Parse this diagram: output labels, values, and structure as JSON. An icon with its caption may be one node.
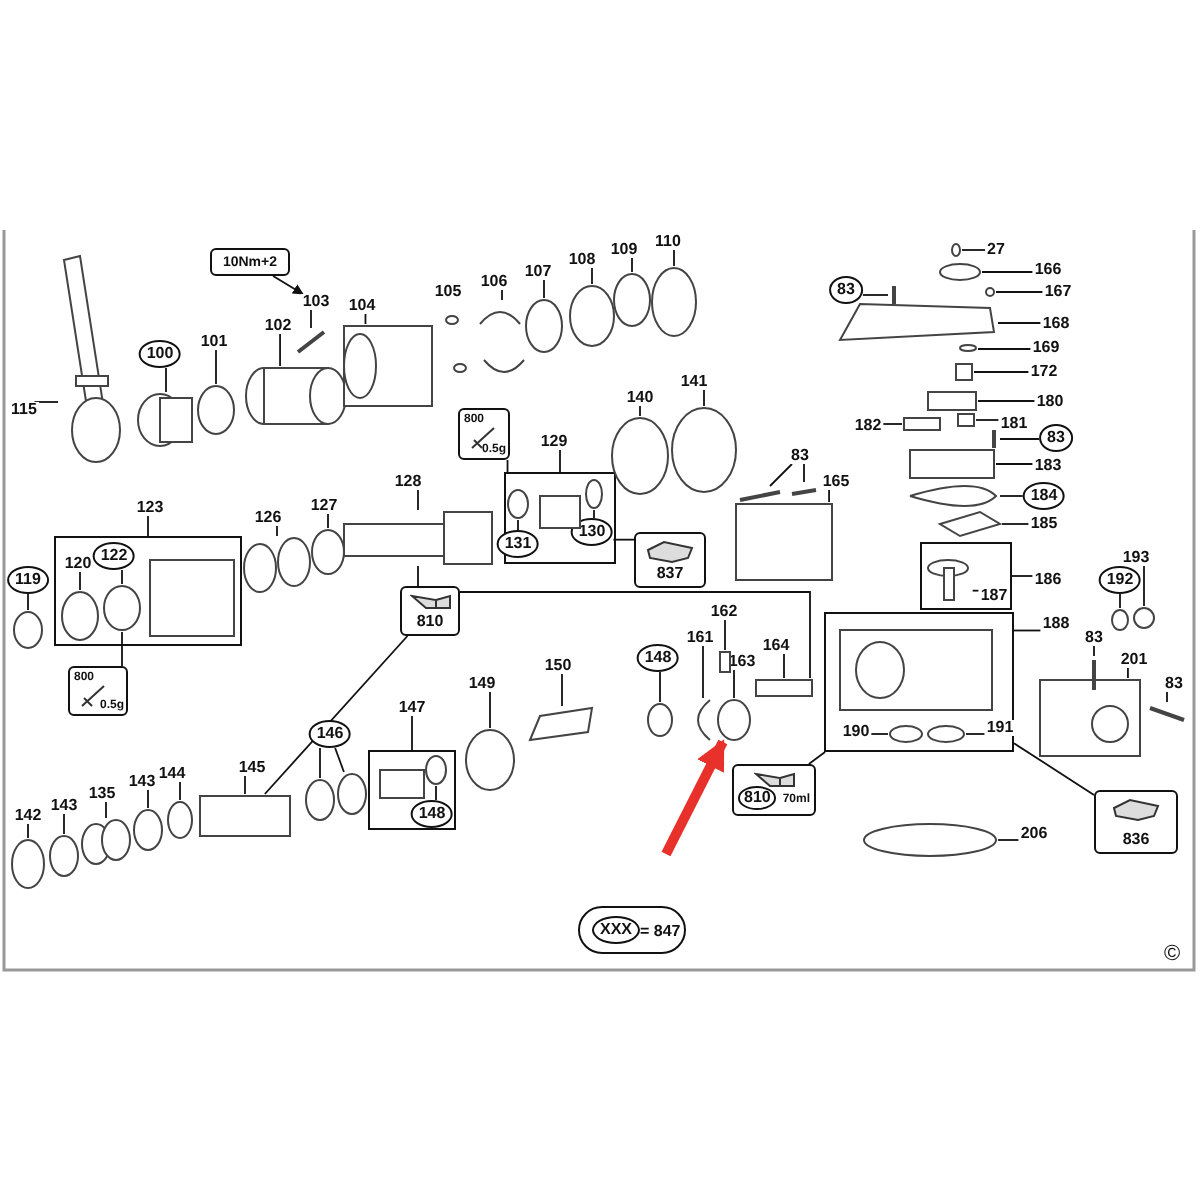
{
  "diagram": {
    "nodes": [
      {
        "text": [
          "10Nm+2"
        ]
      },
      {
        "text": [
          "115"
        ]
      },
      {
        "text": [
          "100"
        ]
      },
      {
        "text": [
          "101"
        ]
      },
      {
        "text": [
          "102"
        ]
      },
      {
        "text": [
          "103"
        ]
      },
      {
        "text": [
          "104"
        ]
      },
      {
        "text": [
          "105"
        ]
      },
      {
        "text": [
          "106"
        ]
      },
      {
        "text": [
          "107"
        ]
      },
      {
        "text": [
          "108"
        ]
      },
      {
        "text": [
          "109"
        ]
      },
      {
        "text": [
          "110"
        ]
      },
      {
        "text": [
          "27"
        ]
      },
      {
        "text": [
          "166"
        ]
      },
      {
        "text": [
          "83"
        ]
      },
      {
        "text": [
          "167"
        ]
      },
      {
        "text": [
          "168"
        ]
      },
      {
        "text": [
          "169"
        ]
      },
      {
        "text": [
          "172"
        ]
      },
      {
        "text": [
          "180"
        ]
      },
      {
        "text": [
          "182"
        ]
      },
      {
        "text": [
          "181"
        ]
      },
      {
        "text": [
          "83"
        ]
      },
      {
        "text": [
          "183"
        ]
      },
      {
        "text": [
          "184"
        ]
      },
      {
        "text": [
          "185"
        ]
      },
      {
        "text": [
          "800",
          "0.5g"
        ]
      },
      {
        "text": [
          "129"
        ]
      },
      {
        "text": [],
        "shape": "box"
      },
      {
        "text": [
          "131"
        ],
        "in": 29
      },
      {
        "text": [
          "130"
        ],
        "in": 29
      },
      {
        "text": [
          "837"
        ]
      },
      {
        "text": [
          "140"
        ]
      },
      {
        "text": [
          "141"
        ]
      },
      {
        "text": [
          "83"
        ]
      },
      {
        "text": [
          "165"
        ]
      },
      {
        "text": [],
        "shape": "box"
      },
      {
        "text": [
          "187"
        ],
        "in": 37
      },
      {
        "text": [
          "186"
        ]
      },
      {
        "text": [
          "192"
        ]
      },
      {
        "text": [
          "193"
        ]
      },
      {
        "text": [
          "123"
        ]
      },
      {
        "text": [],
        "shape": "box"
      },
      {
        "text": [
          "119"
        ]
      },
      {
        "text": [
          "120"
        ],
        "in": 43
      },
      {
        "text": [
          "122"
        ],
        "in": 43
      },
      {
        "text": [
          "126"
        ]
      },
      {
        "text": [
          "127"
        ]
      },
      {
        "text": [
          "128"
        ]
      },
      {
        "text": [
          "810"
        ]
      },
      {
        "text": [],
        "shape": "box"
      },
      {
        "text": [
          "190"
        ],
        "in": 51
      },
      {
        "text": [
          "191"
        ],
        "in": 51
      },
      {
        "text": [
          "188"
        ]
      },
      {
        "text": [
          "83"
        ]
      },
      {
        "text": [
          "201"
        ]
      },
      {
        "text": [
          "83"
        ]
      },
      {
        "text": [
          "800",
          "0.5g"
        ]
      },
      {
        "text": [
          "147"
        ]
      },
      {
        "text": [],
        "shape": "box"
      },
      {
        "text": [
          "148"
        ],
        "in": 60
      },
      {
        "text": [
          "149"
        ]
      },
      {
        "text": [
          "150"
        ]
      },
      {
        "text": [
          "146"
        ]
      },
      {
        "text": [
          "148"
        ]
      },
      {
        "text": [
          "161"
        ]
      },
      {
        "text": [
          "162"
        ]
      },
      {
        "text": [
          "163"
        ]
      },
      {
        "text": [
          "164"
        ]
      },
      {
        "text": [
          "810",
          "70ml"
        ]
      },
      {
        "text": [
          "836"
        ]
      },
      {
        "text": [
          "142"
        ]
      },
      {
        "text": [
          "143"
        ]
      },
      {
        "text": [
          "135"
        ]
      },
      {
        "text": [
          "143"
        ]
      },
      {
        "text": [
          "144"
        ]
      },
      {
        "text": [
          "145"
        ]
      },
      {
        "text": [
          "206"
        ]
      },
      {
        "text": [
          "= 847"
        ]
      },
      {
        "text": [
          "XXX"
        ],
        "in": 79
      },
      {
        "text": [],
        "shape": "picture"
      },
      {
        "text": [],
        "shape": "cylinder"
      },
      {
        "text": [],
        "shape": "circle"
      },
      {
        "text": [],
        "shape": "cylinder"
      },
      {
        "text": [],
        "shape": "bar"
      },
      {
        "text": [],
        "shape": "box"
      },
      {
        "text": [],
        "shape": "picture"
      },
      {
        "text": [],
        "shape": "picture"
      },
      {
        "text": [],
        "shape": "circle"
      },
      {
        "text": [],
        "shape": "circle"
      },
      {
        "text": [],
        "shape": "circle"
      },
      {
        "text": [],
        "shape": "circle"
      },
      {
        "text": [],
        "shape": "circle"
      },
      {
        "text": [],
        "shape": "circle"
      },
      {
        "text": [],
        "shape": "circle"
      },
      {
        "text": [],
        "shape": "picture"
      },
      {
        "text": [],
        "shape": "bar"
      },
      {
        "text": [],
        "shape": "circle"
      },
      {
        "text": [],
        "shape": "box"
      },
      {
        "text": [],
        "shape": "box"
      },
      {
        "text": [],
        "shape": "box"
      },
      {
        "text": [],
        "shape": "box"
      },
      {
        "text": [],
        "shape": "bar"
      },
      {
        "text": [],
        "shape": "box"
      },
      {
        "text": [],
        "shape": "picture"
      },
      {
        "text": [],
        "shape": "diamond"
      },
      {
        "text": [],
        "shape": "picture",
        "in": 37
      },
      {
        "text": [],
        "shape": "box",
        "in": 51
      },
      {
        "text": [],
        "shape": "circle",
        "in": 51
      },
      {
        "text": [],
        "shape": "circle",
        "in": 51
      },
      {
        "text": [],
        "shape": "circle"
      },
      {
        "text": [],
        "shape": "circle"
      },
      {
        "text": [],
        "shape": "box"
      },
      {
        "text": [],
        "shape": "bar"
      },
      {
        "text": [],
        "shape": "bar"
      },
      {
        "text": [],
        "shape": "circle"
      },
      {
        "text": [],
        "shape": "circle"
      },
      {
        "text": [],
        "shape": "circle",
        "in": 43
      },
      {
        "text": [],
        "shape": "circle",
        "in": 43
      },
      {
        "text": [],
        "shape": "box",
        "in": 43
      },
      {
        "text": [],
        "shape": "picture"
      },
      {
        "text": [],
        "shape": "circle"
      },
      {
        "text": [],
        "shape": "cylinder"
      },
      {
        "text": [],
        "shape": "circle",
        "in": 29
      },
      {
        "text": [],
        "shape": "box",
        "in": 29
      },
      {
        "text": [],
        "shape": "circle",
        "in": 29
      },
      {
        "text": [],
        "shape": "circle"
      },
      {
        "text": [],
        "shape": "circle"
      },
      {
        "text": [],
        "shape": "bar"
      },
      {
        "text": [],
        "shape": "bar"
      },
      {
        "text": [],
        "shape": "box"
      },
      {
        "text": [],
        "shape": "circle"
      },
      {
        "text": [],
        "shape": "circle"
      },
      {
        "text": [],
        "shape": "circle"
      },
      {
        "text": [],
        "shape": "circle"
      },
      {
        "text": [],
        "shape": "circle"
      },
      {
        "text": [],
        "shape": "cylinder"
      },
      {
        "text": [],
        "shape": "circle"
      },
      {
        "text": [],
        "shape": "circle"
      },
      {
        "text": [],
        "shape": "box",
        "in": 60
      },
      {
        "text": [],
        "shape": "circle",
        "in": 60
      },
      {
        "text": [],
        "shape": "circle"
      },
      {
        "text": [],
        "shape": "picture"
      },
      {
        "text": [],
        "shape": "circle"
      },
      {
        "text": [],
        "shape": "picture"
      },
      {
        "text": [],
        "shape": "box"
      },
      {
        "text": [],
        "shape": "circle"
      },
      {
        "text": [],
        "shape": "box"
      }
    ],
    "edges": [
      {
        "from": 0,
        "to": 5,
        "arrow": "to"
      },
      {
        "from": 1,
        "to": 81,
        "arrow": "none"
      },
      {
        "from": 2,
        "to": 82,
        "arrow": "none"
      },
      {
        "from": 3,
        "to": 83,
        "arrow": "none"
      },
      {
        "from": 4,
        "to": 84,
        "arrow": "none"
      },
      {
        "from": 5,
        "to": 85,
        "arrow": "none"
      },
      {
        "from": 6,
        "to": 86,
        "arrow": "none"
      },
      {
        "from": 8,
        "to": 88,
        "arrow": "none"
      },
      {
        "from": 9,
        "to": 89,
        "arrow": "none"
      },
      {
        "from": 10,
        "to": 90,
        "arrow": "none"
      },
      {
        "from": 11,
        "to": 91,
        "arrow": "none"
      },
      {
        "from": 12,
        "to": 92,
        "arrow": "none"
      },
      {
        "from": 13,
        "to": 93,
        "arrow": "none"
      },
      {
        "from": 14,
        "to": 94,
        "arrow": "none"
      },
      {
        "from": 15,
        "to": 97,
        "arrow": "none"
      },
      {
        "from": 16,
        "to": 95,
        "arrow": "none"
      },
      {
        "from": 17,
        "to": 96,
        "arrow": "none"
      },
      {
        "from": 18,
        "to": 98,
        "arrow": "none"
      },
      {
        "from": 19,
        "to": 99,
        "arrow": "none"
      },
      {
        "from": 20,
        "to": 100,
        "arrow": "none"
      },
      {
        "from": 21,
        "to": 101,
        "arrow": "none"
      },
      {
        "from": 22,
        "to": 102,
        "arrow": "none"
      },
      {
        "from": 23,
        "to": 103,
        "arrow": "none"
      },
      {
        "from": 24,
        "to": 104,
        "arrow": "none"
      },
      {
        "from": 25,
        "to": 105,
        "arrow": "none"
      },
      {
        "from": 26,
        "to": 106,
        "arrow": "none"
      },
      {
        "from": 27,
        "to": 29,
        "arrow": "none"
      },
      {
        "from": 28,
        "to": 29,
        "arrow": "none"
      },
      {
        "from": 30,
        "to": 124,
        "arrow": "none"
      },
      {
        "from": 31,
        "to": 32,
        "arrow": "none"
      },
      {
        "from": 31,
        "to": 126,
        "arrow": "none"
      },
      {
        "from": 33,
        "to": 127,
        "arrow": "none"
      },
      {
        "from": 34,
        "to": 128,
        "arrow": "none"
      },
      {
        "from": 35,
        "to": 129,
        "arrow": "none"
      },
      {
        "from": 35,
        "to": 130,
        "arrow": "none"
      },
      {
        "from": 36,
        "to": 131,
        "arrow": "none"
      },
      {
        "from": 38,
        "to": 107,
        "arrow": "none",
        "style": "dashed"
      },
      {
        "from": 39,
        "to": 37,
        "arrow": "none"
      },
      {
        "from": 40,
        "to": 111,
        "arrow": "none"
      },
      {
        "from": 41,
        "to": 112,
        "arrow": "none"
      },
      {
        "from": 42,
        "to": 43,
        "arrow": "none"
      },
      {
        "from": 44,
        "to": 117,
        "arrow": "none"
      },
      {
        "from": 45,
        "to": 118,
        "arrow": "none"
      },
      {
        "from": 46,
        "to": 119,
        "arrow": "none"
      },
      {
        "from": 58,
        "to": 119,
        "arrow": "none"
      },
      {
        "from": 47,
        "to": 121,
        "arrow": "none"
      },
      {
        "from": 48,
        "to": 122,
        "arrow": "none"
      },
      {
        "from": 49,
        "to": 123,
        "arrow": "none"
      },
      {
        "from": 50,
        "to": 123,
        "arrow": "none"
      },
      {
        "from": 50,
        "to": 137,
        "arrow": "none"
      },
      {
        "from": 50,
        "to": 148,
        "arrow": "none"
      },
      {
        "from": 54,
        "to": 51,
        "arrow": "none"
      },
      {
        "from": 52,
        "to": 109,
        "arrow": "none"
      },
      {
        "from": 53,
        "to": 110,
        "arrow": "none"
      },
      {
        "from": 51,
        "to": 70,
        "arrow": "none"
      },
      {
        "from": 51,
        "to": 71,
        "arrow": "none"
      },
      {
        "from": 55,
        "to": 114,
        "arrow": "none"
      },
      {
        "from": 56,
        "to": 113,
        "arrow": "none"
      },
      {
        "from": 57,
        "to": 115,
        "arrow": "none"
      },
      {
        "from": 59,
        "to": 60,
        "arrow": "none"
      },
      {
        "from": 61,
        "to": 141,
        "arrow": "none"
      },
      {
        "from": 62,
        "to": 142,
        "arrow": "none"
      },
      {
        "from": 63,
        "to": 143,
        "arrow": "none"
      },
      {
        "from": 64,
        "to": 138,
        "arrow": "none"
      },
      {
        "from": 64,
        "to": 139,
        "arrow": "none"
      },
      {
        "from": 65,
        "to": 144,
        "arrow": "none"
      },
      {
        "from": 66,
        "to": 145,
        "arrow": "none"
      },
      {
        "from": 67,
        "to": 146,
        "arrow": "none"
      },
      {
        "from": 68,
        "to": 147,
        "arrow": "none"
      },
      {
        "from": 69,
        "to": 148,
        "arrow": "none"
      },
      {
        "from": 72,
        "to": 132,
        "arrow": "none"
      },
      {
        "from": 73,
        "to": 133,
        "arrow": "none"
      },
      {
        "from": 74,
        "to": 134,
        "arrow": "none"
      },
      {
        "from": 75,
        "to": 135,
        "arrow": "none"
      },
      {
        "from": 76,
        "to": 136,
        "arrow": "none"
      },
      {
        "from": 77,
        "to": 137,
        "arrow": "none"
      },
      {
        "from": 78,
        "to": 116,
        "arrow": "none"
      },
      {
        "from": null,
        "to": 147,
        "arrow": "to",
        "style": "thick",
        "color": "#e8312a"
      }
    ],
    "labels": [
      "©"
    ]
  }
}
